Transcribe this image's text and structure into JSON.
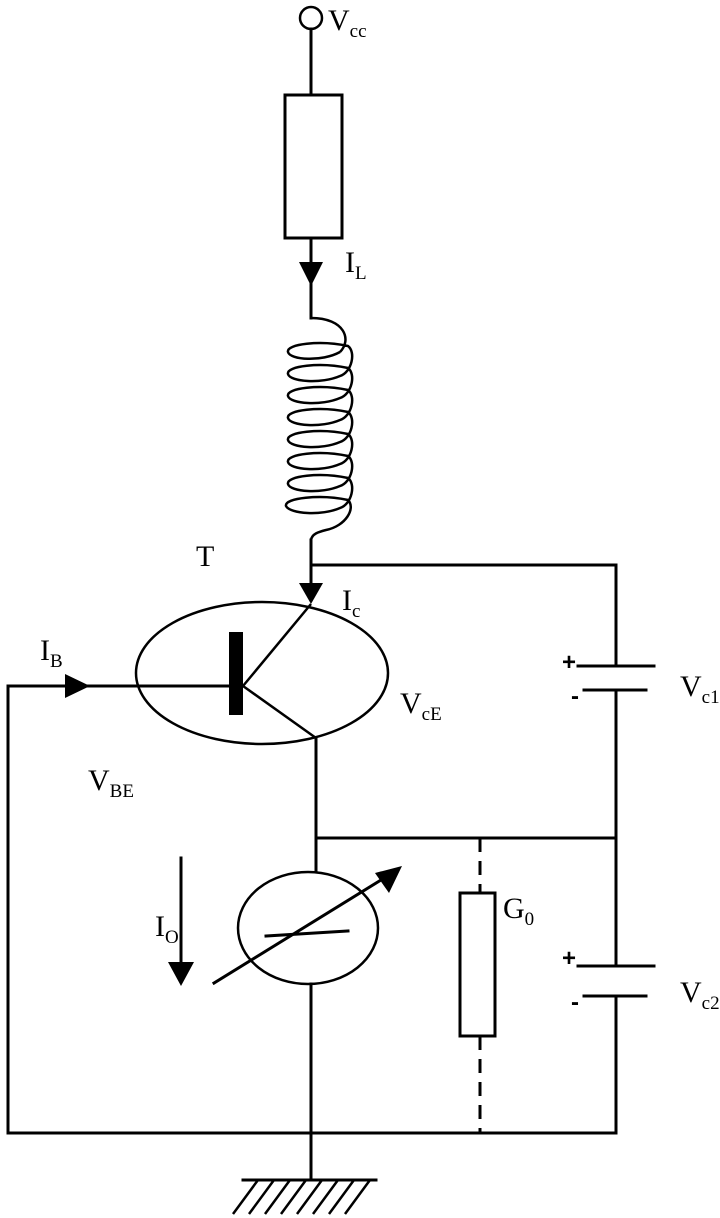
{
  "labels": {
    "vcc": {
      "main": "V",
      "sub": "cc"
    },
    "il": {
      "main": "I",
      "sub": "L"
    },
    "t": {
      "main": "T"
    },
    "ic": {
      "main": "I",
      "sub": "c"
    },
    "ib": {
      "main": "I",
      "sub": "B"
    },
    "vce": {
      "main": "V",
      "sub": "cE"
    },
    "vbe": {
      "main": "V",
      "sub": "BE"
    },
    "io": {
      "main": "I",
      "sub": "O"
    },
    "g0": {
      "main": "G",
      "sub": "0"
    },
    "vc1": {
      "main": "V",
      "sub": "c1"
    },
    "vc2": {
      "main": "V",
      "sub": "c2"
    }
  },
  "polarity": {
    "plus": "+",
    "minus": "-"
  }
}
